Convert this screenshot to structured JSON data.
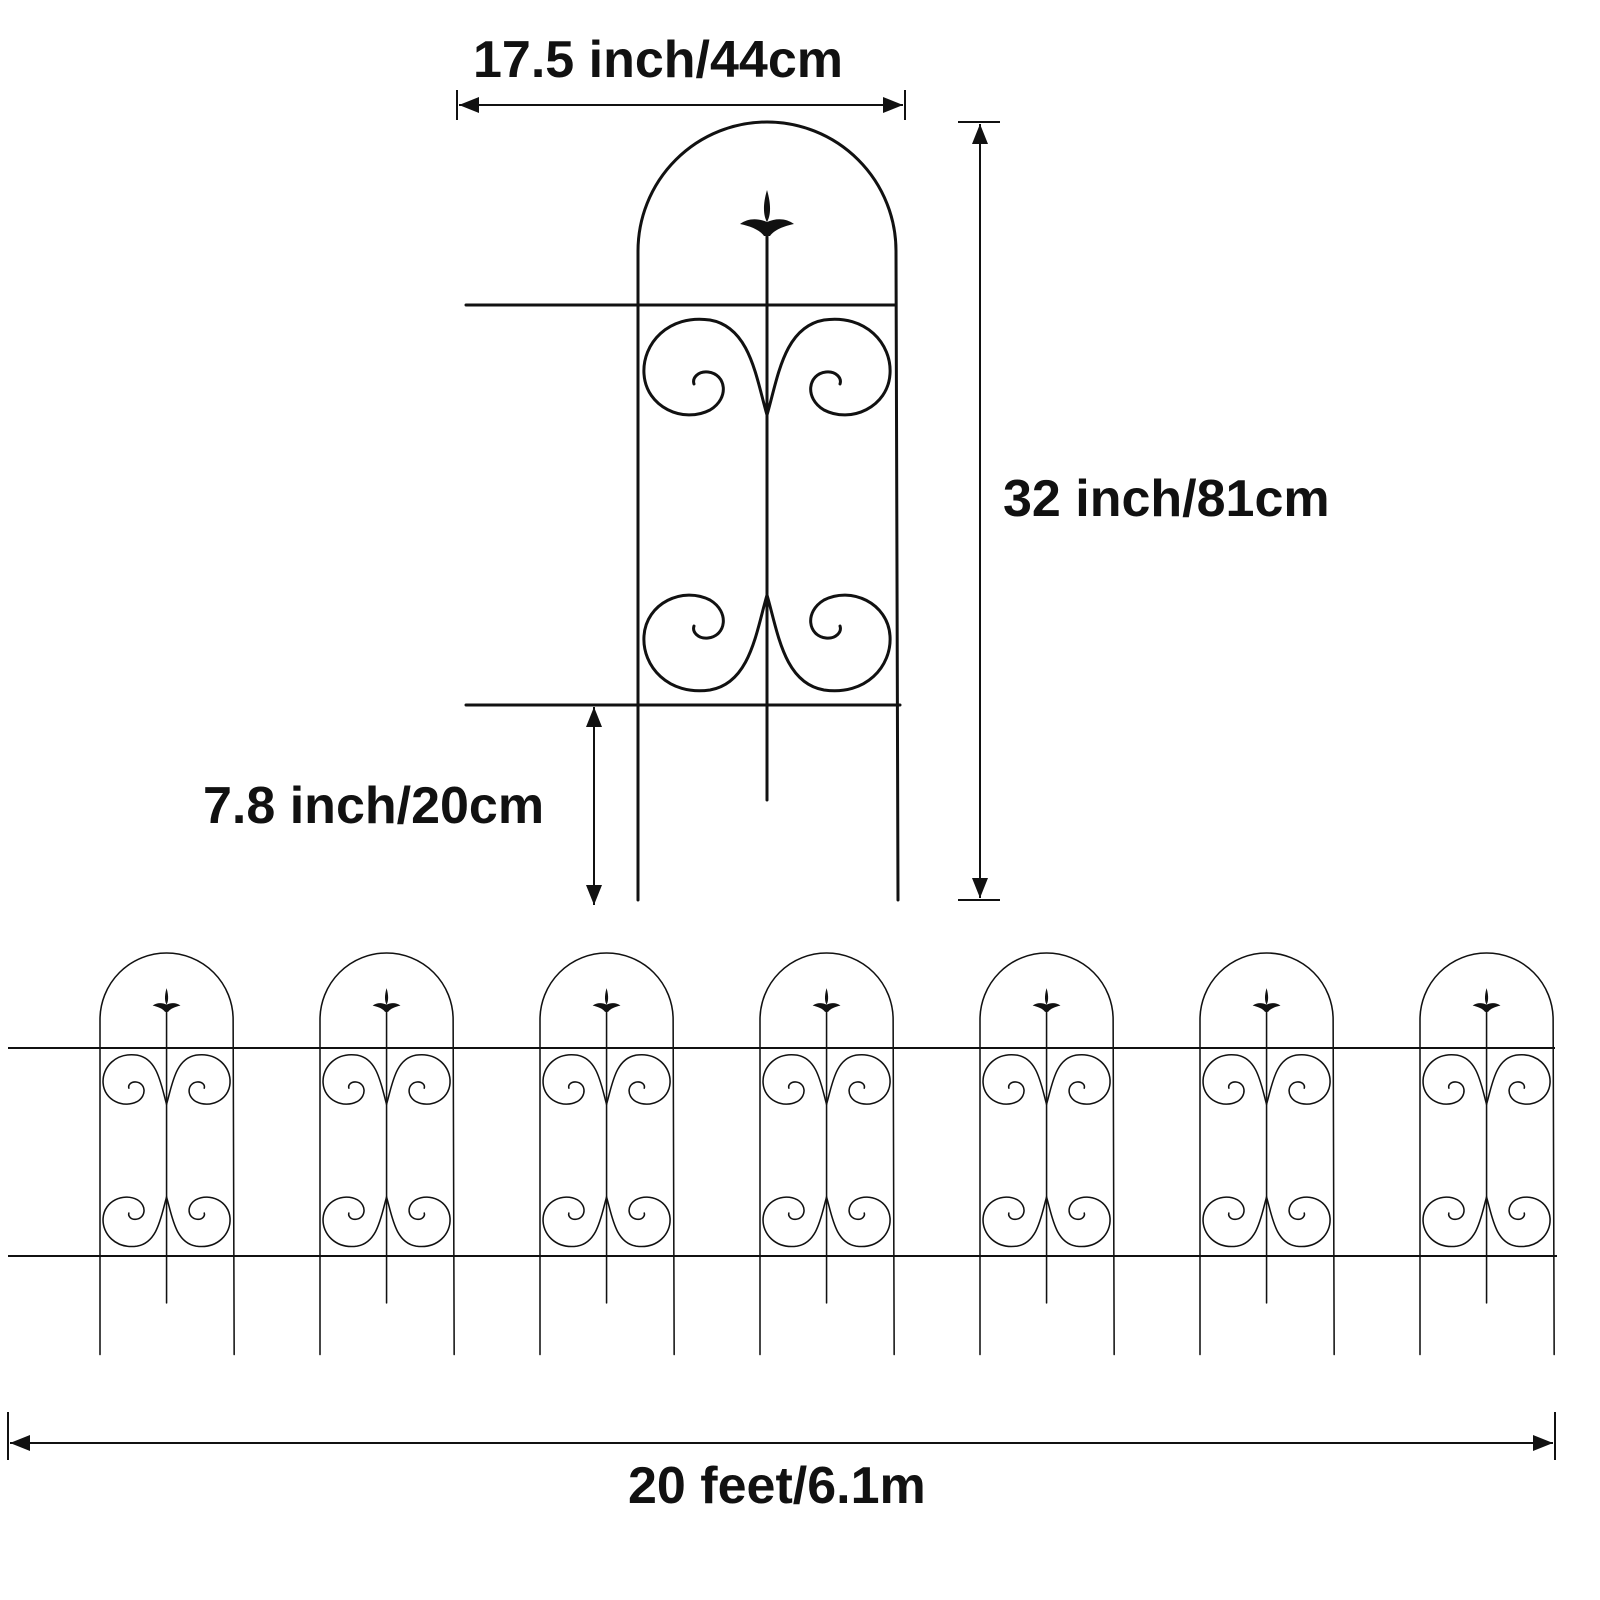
{
  "dimensions": {
    "panel_width": "17.5 inch/44cm",
    "panel_height": "32 inch/81cm",
    "ground_stake": "7.8 inch/20cm",
    "total_length": "20 feet/6.1m"
  },
  "fence": {
    "panel_count_shown": 7,
    "color": "#111111"
  }
}
